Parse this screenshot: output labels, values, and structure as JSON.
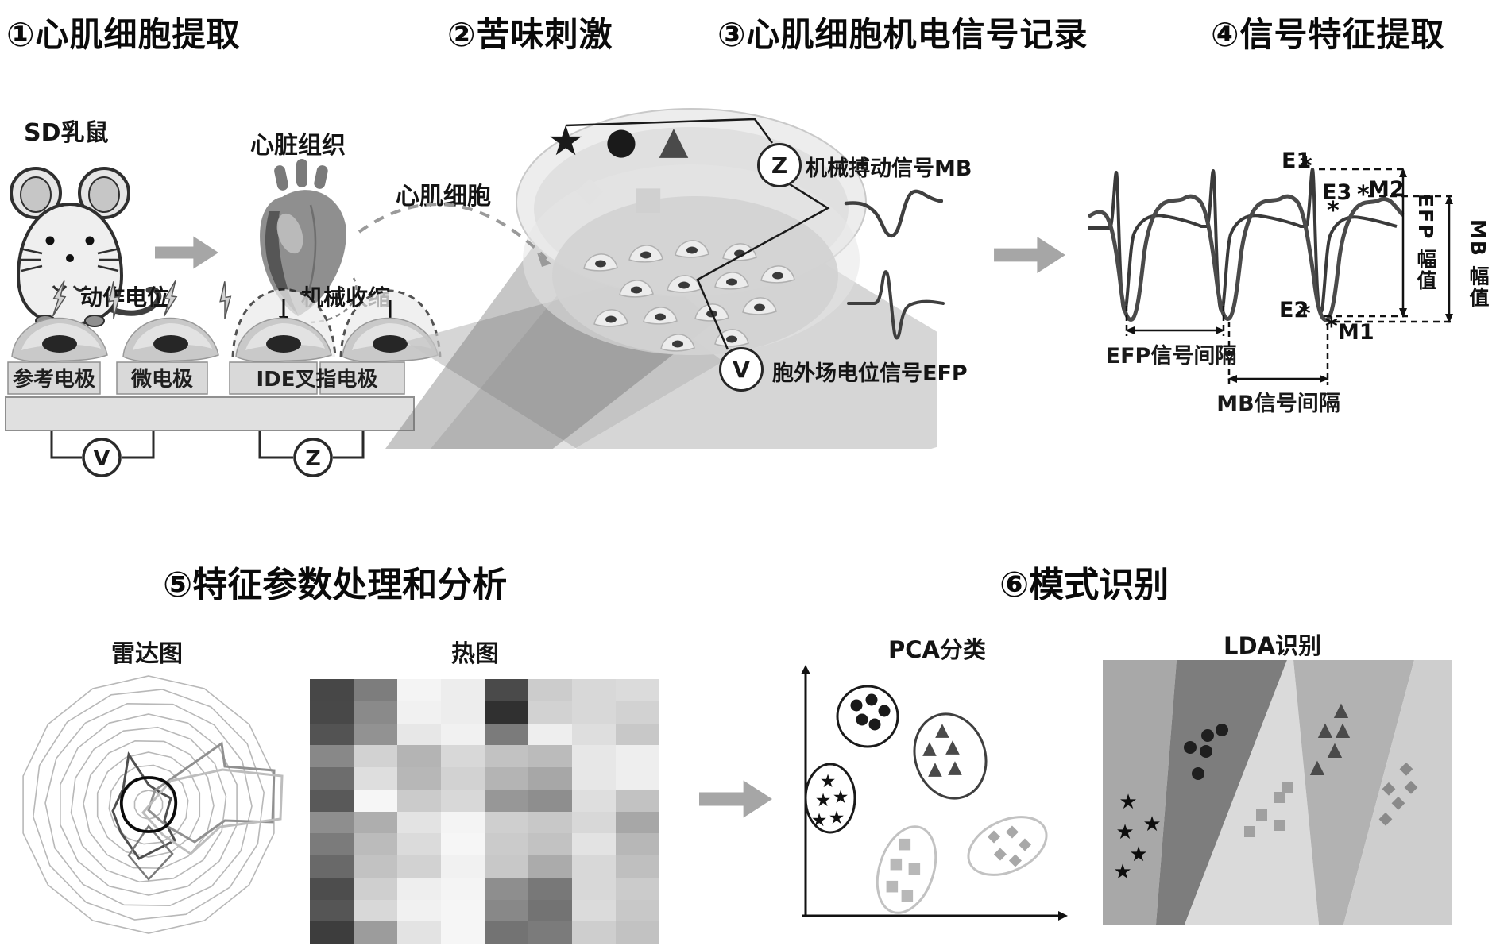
{
  "steps": {
    "s1": {
      "title": "①心肌细胞提取",
      "sd_rat": "SD乳鼠",
      "heart_tissue": "心脏组织",
      "cardiomyocyte": "心肌细胞",
      "action_potential": "动作电位",
      "mechanical_contraction": "机械收缩",
      "ref_electrode": "参考电极",
      "micro_electrode": "微电极",
      "ide_electrode": "IDE叉指电极",
      "voltmeter": "V",
      "impedance_meter": "Z"
    },
    "s2": {
      "title": "②苦味刺激"
    },
    "s3": {
      "title": "③心肌细胞机电信号记录",
      "impedance_meter": "Z",
      "mb_label": "机械搏动信号MB",
      "voltmeter": "V",
      "efp_label": "胞外场电位信号EFP"
    },
    "s4": {
      "title": "④信号特征提取",
      "e1": "E1",
      "e2": "E2",
      "e3": "E3",
      "m1": "M1",
      "m2": "M2",
      "asterisk": "*",
      "efp_amplitude": "EFP 幅值",
      "mb_amplitude": "MB 幅值",
      "efp_interval": "EFP信号间隔",
      "mb_interval": "MB信号间隔"
    },
    "s5": {
      "title": "⑤特征参数处理和分析",
      "radar_label": "雷达图",
      "heatmap_label": "热图"
    },
    "s6": {
      "title": "⑥模式识别",
      "pca_label": "PCA分类",
      "lda_label": "LDA识别"
    }
  },
  "symbols": {
    "star": "★",
    "dot": "●",
    "triangle": "▲",
    "diamond": "◆",
    "square": "■"
  },
  "colors": {
    "arrow_gray": "#a6a6a6",
    "dark_ink": "#1a1a1a",
    "mid_gray": "#8f8f8f",
    "light_gray": "#d9d9d9"
  },
  "heatmap": {
    "rows": 12,
    "cols": 8,
    "cells": [
      [
        "#474747",
        "#7d7d7d",
        "#f4f4f4",
        "#ededed",
        "#4a4a4a",
        "#cccccc",
        "#d8d8d8",
        "#dbdbdb"
      ],
      [
        "#484848",
        "#8a8a8a",
        "#f1f1f1",
        "#ededed",
        "#303030",
        "#d2d2d2",
        "#d8d8d8",
        "#d2d2d2"
      ],
      [
        "#535353",
        "#929292",
        "#e7e7e7",
        "#f1f1f1",
        "#7b7b7b",
        "#eeeeee",
        "#dedede",
        "#c8c8c8"
      ],
      [
        "#888888",
        "#d2d2d2",
        "#b4b4b4",
        "#d8d8d8",
        "#c2c2c2",
        "#bbbbbb",
        "#e7e7e7",
        "#eeeeee"
      ],
      [
        "#6d6d6d",
        "#dedede",
        "#b7b7b7",
        "#d2d2d2",
        "#b4b4b4",
        "#a7a7a7",
        "#e7e7e7",
        "#eeeeee"
      ],
      [
        "#595959",
        "#f6f6f6",
        "#cbcbcb",
        "#d8d8d8",
        "#979797",
        "#8e8e8e",
        "#dedede",
        "#c2c2c2"
      ],
      [
        "#8e8e8e",
        "#aeaeae",
        "#e3e3e3",
        "#f4f4f4",
        "#cfcfcf",
        "#c8c8c8",
        "#d8d8d8",
        "#a7a7a7"
      ],
      [
        "#7b7b7b",
        "#bbbbbb",
        "#dbdbdb",
        "#f6f6f6",
        "#cbcbcb",
        "#c2c2c2",
        "#e3e3e3",
        "#b7b7b7"
      ],
      [
        "#696969",
        "#c2c2c2",
        "#d2d2d2",
        "#f1f1f1",
        "#c8c8c8",
        "#ababab",
        "#d8d8d8",
        "#bfbfbf"
      ],
      [
        "#4d4d4d",
        "#cfcfcf",
        "#eeeeee",
        "#f4f4f4",
        "#8e8e8e",
        "#787878",
        "#d8d8d8",
        "#cbcbcb"
      ],
      [
        "#555555",
        "#d8d8d8",
        "#f1f1f1",
        "#f6f6f6",
        "#888888",
        "#737373",
        "#dbdbdb",
        "#c8c8c8"
      ],
      [
        "#3d3d3d",
        "#9c9c9c",
        "#e3e3e3",
        "#f6f6f6",
        "#737373",
        "#7b7b7b",
        "#cecece",
        "#c2c2c2"
      ]
    ]
  }
}
